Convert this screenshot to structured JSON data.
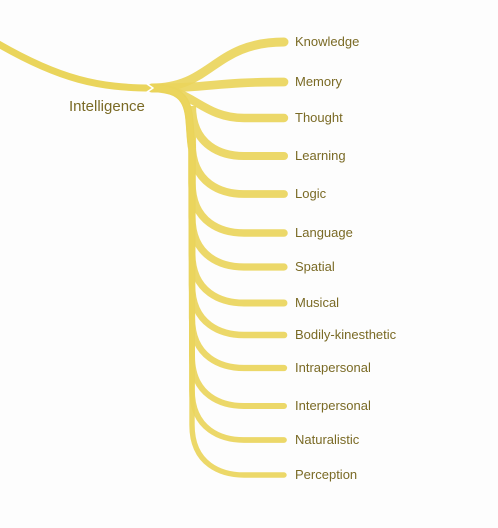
{
  "mindmap": {
    "root": {
      "label": "Intelligence"
    },
    "children": [
      {
        "label": "Knowledge"
      },
      {
        "label": "Memory"
      },
      {
        "label": "Thought"
      },
      {
        "label": "Learning"
      },
      {
        "label": "Logic"
      },
      {
        "label": "Language"
      },
      {
        "label": "Spatial"
      },
      {
        "label": "Musical"
      },
      {
        "label": "Bodily-kinesthetic"
      },
      {
        "label": "Intrapersonal"
      },
      {
        "label": "Interpersonal"
      },
      {
        "label": "Naturalistic"
      },
      {
        "label": "Perception"
      }
    ]
  },
  "colors": {
    "branch": "#ead55c",
    "label": "#7a6a25",
    "root_label": "#7a6a25",
    "background": "#fdfdfd"
  },
  "icons": {
    "collapse": "chevron-right-icon"
  }
}
